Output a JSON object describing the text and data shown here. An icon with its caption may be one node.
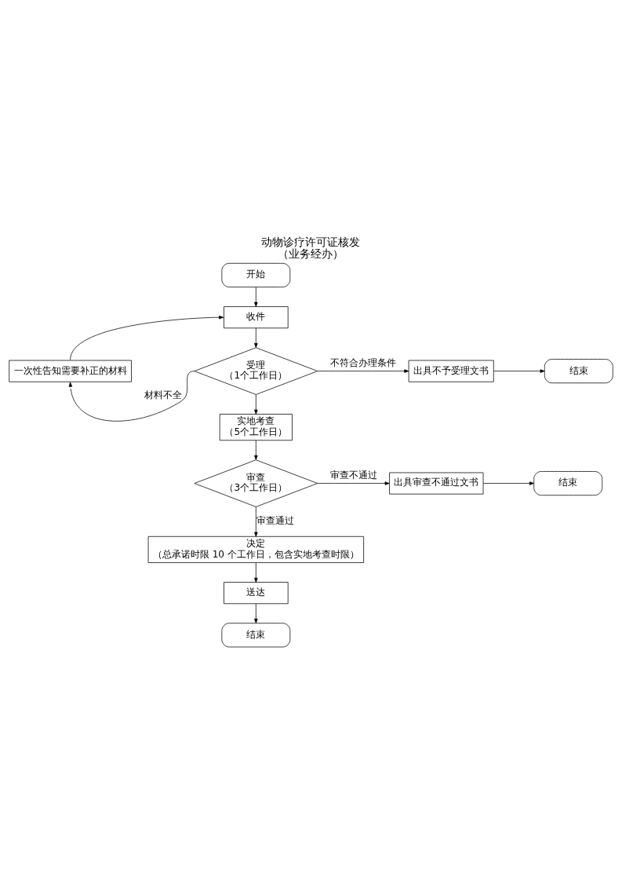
{
  "diagram": {
    "title": "动物诊疗许可证核发",
    "caption": "（业务经办）",
    "nodes": [
      {
        "text": [
          "开始"
        ]
      },
      {
        "text": [
          "收件"
        ]
      },
      {
        "text": [
          "一次性告知需要补正的材料"
        ]
      },
      {
        "text": [
          "受理",
          "（1个工作日）"
        ]
      },
      {
        "text": [
          "出具不予受理文书"
        ]
      },
      {
        "text": [
          "结束"
        ]
      },
      {
        "text": [
          "实地考查",
          "（5个工作日）"
        ]
      },
      {
        "text": [
          "审查",
          "（3个工作日）"
        ]
      },
      {
        "text": [
          "出具审查不通过文书"
        ]
      },
      {
        "text": [
          "结束"
        ]
      },
      {
        "text": [
          "决定",
          "（总承诺时限 10 个工作日，包含实地考查时限）"
        ]
      },
      {
        "text": [
          "送达"
        ]
      },
      {
        "text": [
          "结束"
        ]
      }
    ],
    "edges": [
      {
        "from": 0,
        "to": 1,
        "arrow": "to"
      },
      {
        "from": 1,
        "to": 3,
        "arrow": "to"
      },
      {
        "from": 3,
        "to": 2,
        "arrow": "to",
        "label": "材料不全"
      },
      {
        "from": 2,
        "to": 1,
        "arrow": "to"
      },
      {
        "from": 3,
        "to": 4,
        "arrow": "to",
        "label": "不符合办理条件"
      },
      {
        "from": 4,
        "to": 5,
        "arrow": "to"
      },
      {
        "from": 3,
        "to": 6,
        "arrow": "to"
      },
      {
        "from": 6,
        "to": 7,
        "arrow": "to"
      },
      {
        "from": 7,
        "to": 8,
        "arrow": "to",
        "label": "审查不通过"
      },
      {
        "from": 8,
        "to": 9,
        "arrow": "to"
      },
      {
        "from": 7,
        "to": 10,
        "arrow": "to",
        "label": "审查通过"
      },
      {
        "from": 10,
        "to": 11,
        "arrow": "to"
      },
      {
        "from": 11,
        "to": 12,
        "arrow": "to"
      }
    ]
  }
}
